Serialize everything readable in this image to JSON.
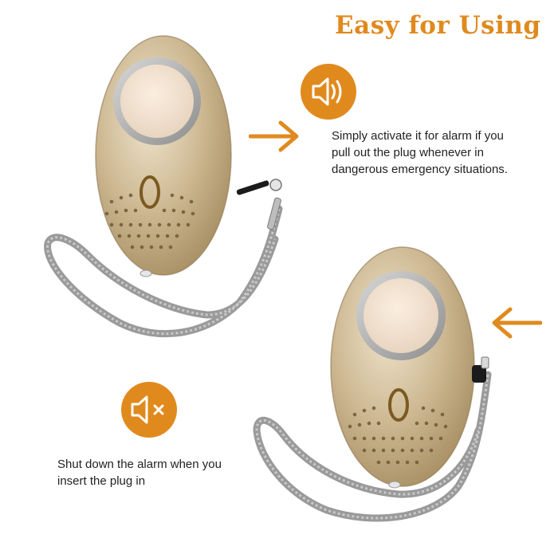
{
  "title": "Easy for Using",
  "colors": {
    "accent": "#e08a1e",
    "device_body": "#c9b48f",
    "lanyard": "#9a9a9a",
    "text": "#222222"
  },
  "alarm_on": {
    "icon": "speaker-sound-icon",
    "lines": [
      "Simply activate it for alarm if you",
      "pull out the plug whenever in",
      "dangerous emergency situations."
    ]
  },
  "alarm_off": {
    "icon": "speaker-mute-icon",
    "lines": [
      "Shut down the alarm when you",
      "insert the plug in"
    ]
  }
}
